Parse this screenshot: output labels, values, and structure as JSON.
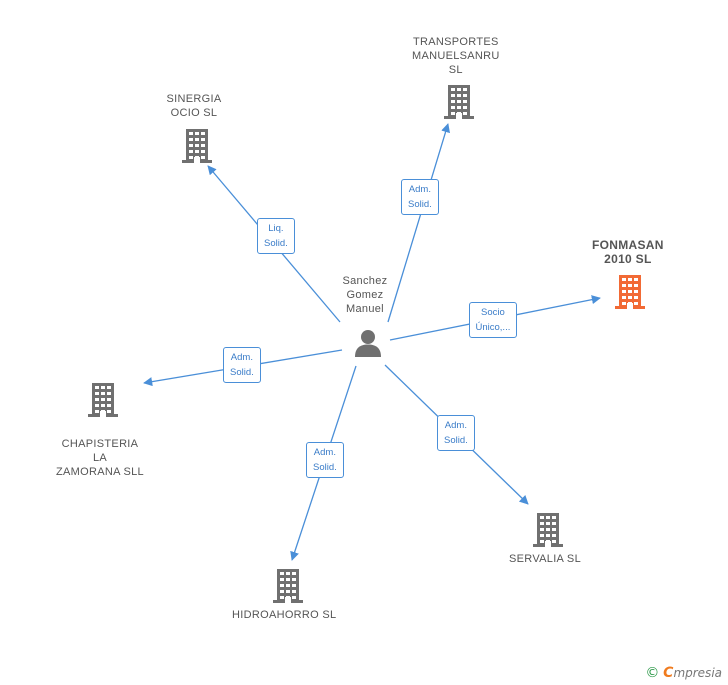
{
  "center": {
    "name_lines": [
      "Sanchez",
      "Gomez",
      "Manuel"
    ],
    "icon": "person-icon"
  },
  "companies": [
    {
      "id": "sinergia",
      "lines": [
        "SINERGIA",
        "OCIO SL"
      ],
      "highlight": false,
      "icon": "building-icon"
    },
    {
      "id": "transportes",
      "lines": [
        "TRANSPORTES",
        "MANUELSANRU",
        "SL"
      ],
      "highlight": false,
      "icon": "building-icon"
    },
    {
      "id": "fonmasan",
      "lines": [
        "FONMASAN",
        "2010 SL"
      ],
      "highlight": true,
      "icon": "building-icon"
    },
    {
      "id": "chapisteria",
      "lines": [
        "CHAPISTERIA",
        "LA",
        "ZAMORANA SLL"
      ],
      "highlight": false,
      "icon": "building-icon"
    },
    {
      "id": "servalia",
      "lines": [
        "SERVALIA SL"
      ],
      "highlight": false,
      "icon": "building-icon"
    },
    {
      "id": "hidroahorro",
      "lines": [
        "HIDROAHORRO SL"
      ],
      "highlight": false,
      "icon": "building-icon"
    }
  ],
  "relations": [
    {
      "to": "sinergia",
      "lines": [
        "Liq.",
        "Solid."
      ]
    },
    {
      "to": "transportes",
      "lines": [
        "Adm.",
        "Solid."
      ]
    },
    {
      "to": "fonmasan",
      "lines": [
        "Socio",
        "Único,..."
      ]
    },
    {
      "to": "chapisteria",
      "lines": [
        "Adm.",
        "Solid."
      ]
    },
    {
      "to": "servalia",
      "lines": [
        "Adm.",
        "Solid."
      ]
    },
    {
      "to": "hidroahorro",
      "lines": [
        "Adm.",
        "Solid."
      ]
    }
  ],
  "colors": {
    "edge": "#4a8fd8",
    "building": "#707070",
    "building_highlight": "#f26a35",
    "person": "#707070"
  },
  "footer": {
    "copyright_symbol": "©",
    "brand_first": "C",
    "brand_rest": "mpresia"
  }
}
